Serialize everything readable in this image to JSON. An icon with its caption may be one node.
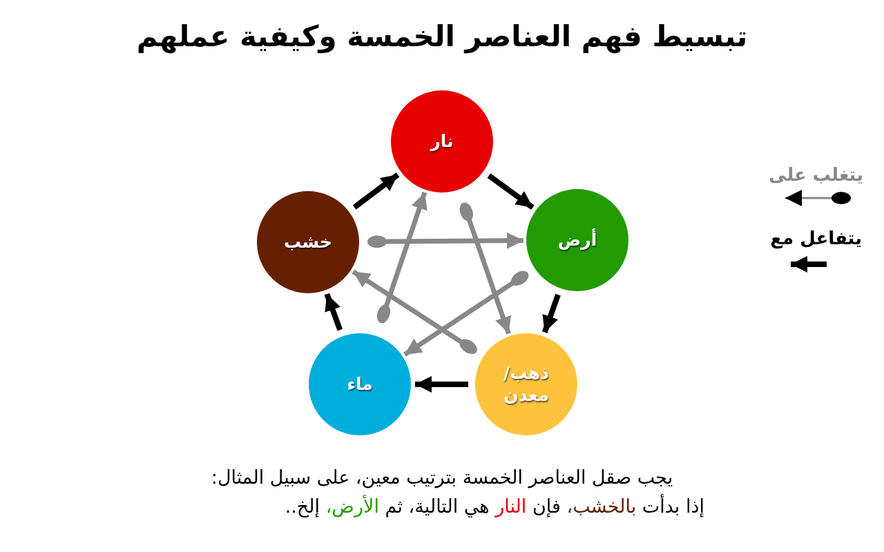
{
  "diagram": {
    "title": "تبسيط فهم العناصر الخمسة وكيفية عملهم",
    "nodes": [
      {
        "text": [
          "نار"
        ]
      },
      {
        "text": [
          "خشب"
        ]
      },
      {
        "text": [
          "أرض"
        ]
      },
      {
        "text": [
          "ماء"
        ]
      },
      {
        "text": [
          "ذهب/ معدن"
        ]
      }
    ],
    "edges": [
      {
        "from": 1,
        "to": 0,
        "arrow": "to"
      },
      {
        "from": 0,
        "to": 2,
        "arrow": "to"
      },
      {
        "from": 2,
        "to": 4,
        "arrow": "to"
      },
      {
        "from": 4,
        "to": 3,
        "arrow": "to"
      },
      {
        "from": 3,
        "to": 1,
        "arrow": "to"
      },
      {
        "from": 1,
        "to": 2,
        "arrow": "to",
        "color": "#888888"
      },
      {
        "from": 0,
        "to": 4,
        "arrow": "to",
        "color": "#888888"
      },
      {
        "from": 2,
        "to": 3,
        "arrow": "to",
        "color": "#888888"
      },
      {
        "from": 4,
        "to": 1,
        "arrow": "to",
        "color": "#888888"
      },
      {
        "from": 3,
        "to": 0,
        "arrow": "to",
        "color": "#888888"
      }
    ],
    "labels": [
      "يجب صقل العناصر الخمسة بترتيب معين، على سبيل المثال:",
      "إذا بدأت",
      "بالخشب،",
      "فإن",
      "النار",
      "هي التالية، ثم",
      "الأرض،",
      "إلخ.."
    ],
    "legend": [
      {
        "text": "يتغلب على"
      },
      {
        "text": "يتفاعل مع"
      }
    ]
  }
}
